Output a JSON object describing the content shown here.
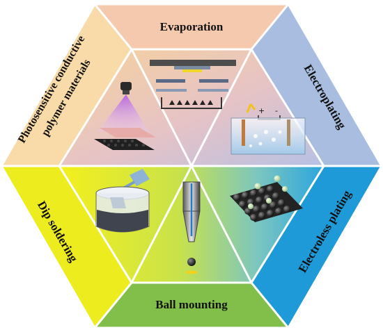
{
  "segments": [
    {
      "id": "evaporation",
      "label": "Evaporation",
      "color": "#f4c9ae"
    },
    {
      "id": "electroplating",
      "label": "Electroplating",
      "color": "#a9bde0"
    },
    {
      "id": "electroless",
      "label": "Electroless plating",
      "color": "#1e9ad8"
    },
    {
      "id": "ball-mounting",
      "label": "Ball mounting",
      "color": "#82bf4a"
    },
    {
      "id": "dip-soldering",
      "label": "Dip soldering",
      "color": "#ecec1e"
    },
    {
      "id": "photosensitive",
      "label_line1": "Photosensitive conductive",
      "label_line2": "polymer materials",
      "color": "#f8dba8"
    }
  ]
}
